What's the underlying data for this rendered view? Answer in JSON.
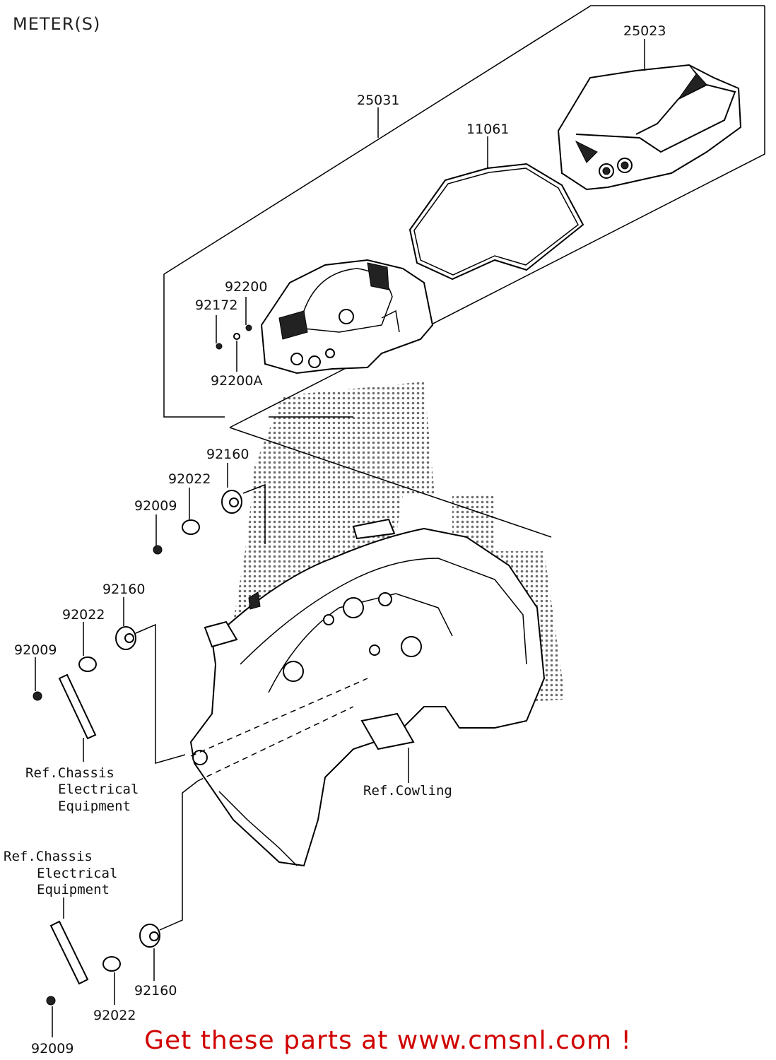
{
  "title": "METER(S)",
  "footer": "Get these parts at www.cmsnl.com !",
  "parts": {
    "p25023": "25023",
    "p25031": "25031",
    "p11061": "11061",
    "p92200": "92200",
    "p92172": "92172",
    "p92200A": "92200A",
    "p92160_a": "92160",
    "p92022_a": "92022",
    "p92009_a": "92009",
    "p92160_b": "92160",
    "p92022_b": "92022",
    "p92009_b": "92009",
    "p92160_c": "92160",
    "p92022_c": "92022",
    "p92009_c": "92009"
  },
  "refs": {
    "chassis_1": [
      "Ref.Chassis",
      "Electrical",
      "Equipment"
    ],
    "cowling": "Ref.Cowling",
    "chassis_2": [
      "Ref.Chassis",
      "Electrical",
      "Equipment"
    ]
  }
}
